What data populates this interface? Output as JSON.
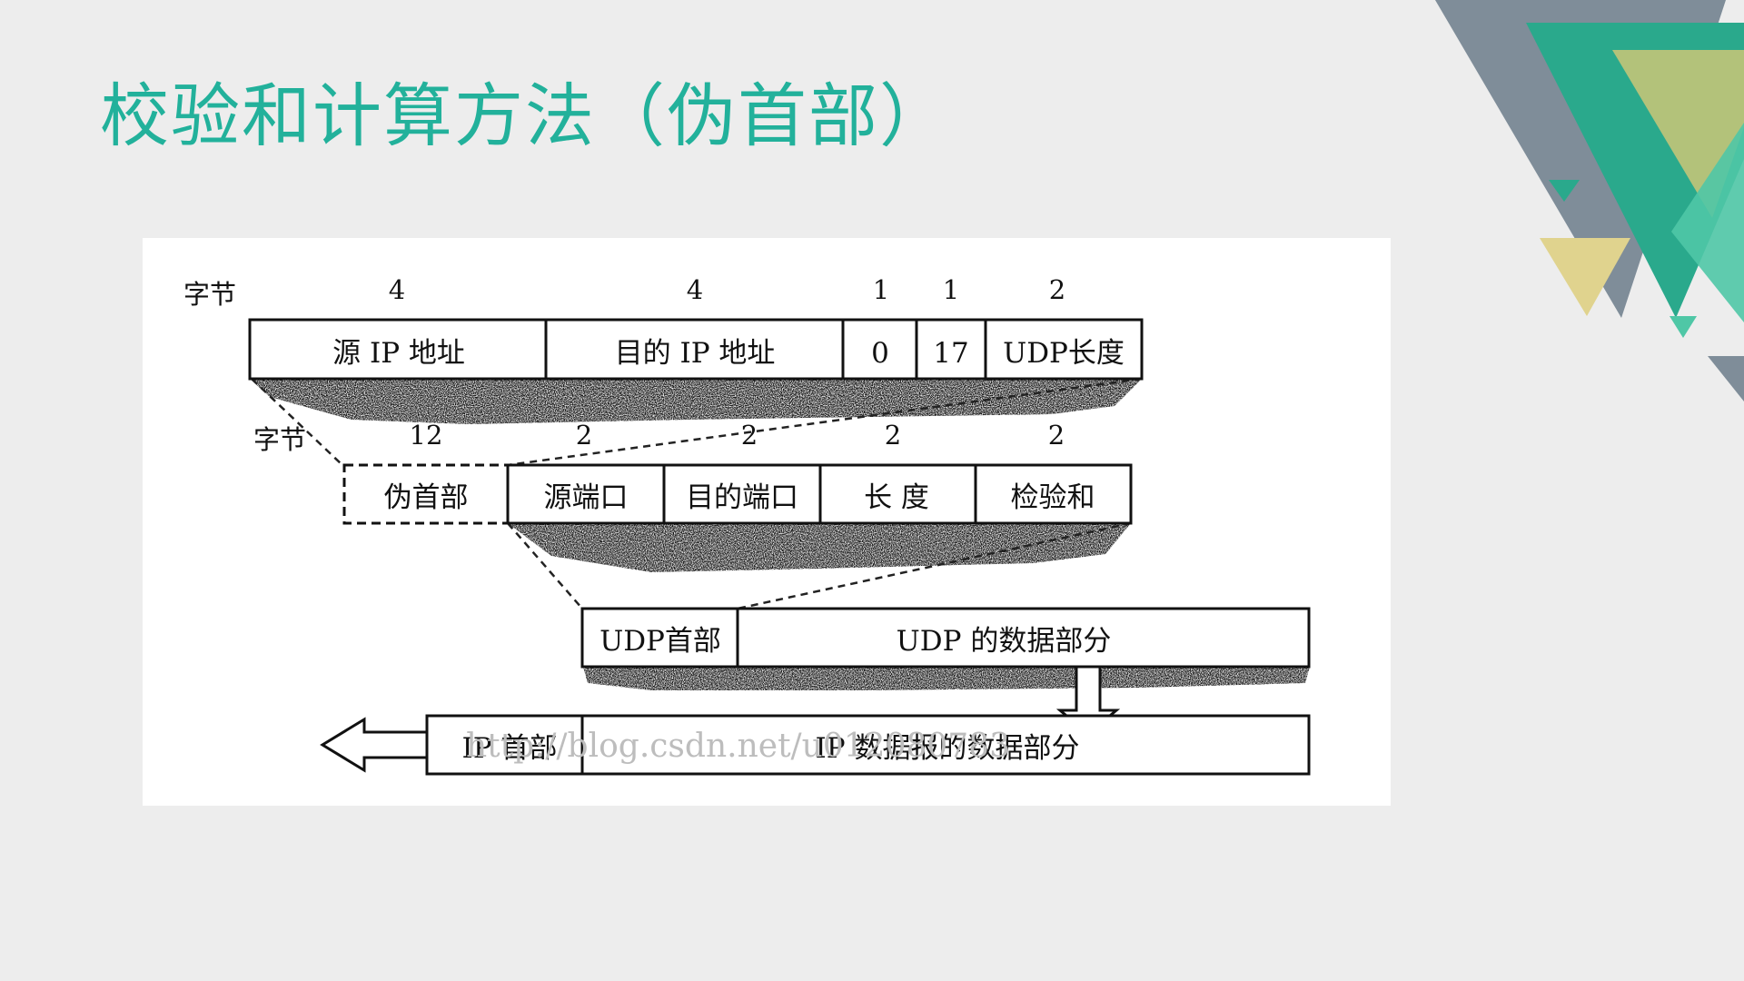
{
  "slide": {
    "title": "校验和计算方法（伪首部）"
  },
  "figure": {
    "pseudo_header": {
      "byte_label": "字节",
      "counts": [
        "4",
        "4",
        "1",
        "1",
        "2"
      ],
      "fields": [
        "源 IP 地址",
        "目的 IP 地址",
        "0",
        "17",
        "UDP长度"
      ]
    },
    "udp_header": {
      "byte_label": "字节",
      "counts": [
        "12",
        "2",
        "2",
        "2",
        "2"
      ],
      "fields": [
        "伪首部",
        "源端口",
        "目的端口",
        "长 度",
        "检验和"
      ]
    },
    "udp_datagram": {
      "fields": [
        "UDP首部",
        "UDP 的数据部分"
      ]
    },
    "ip_datagram": {
      "fields": [
        "IP 首部",
        "IP 数据报的数据部分"
      ]
    },
    "watermark": "http://blog.csdn.net/u012080783"
  },
  "colors": {
    "title": "#22b19b",
    "background": "#ededed",
    "deco_slate": "#7f8d99",
    "deco_teal": "#2aa98c",
    "deco_green": "#b3c27a",
    "deco_yellow": "#e0d38e"
  }
}
